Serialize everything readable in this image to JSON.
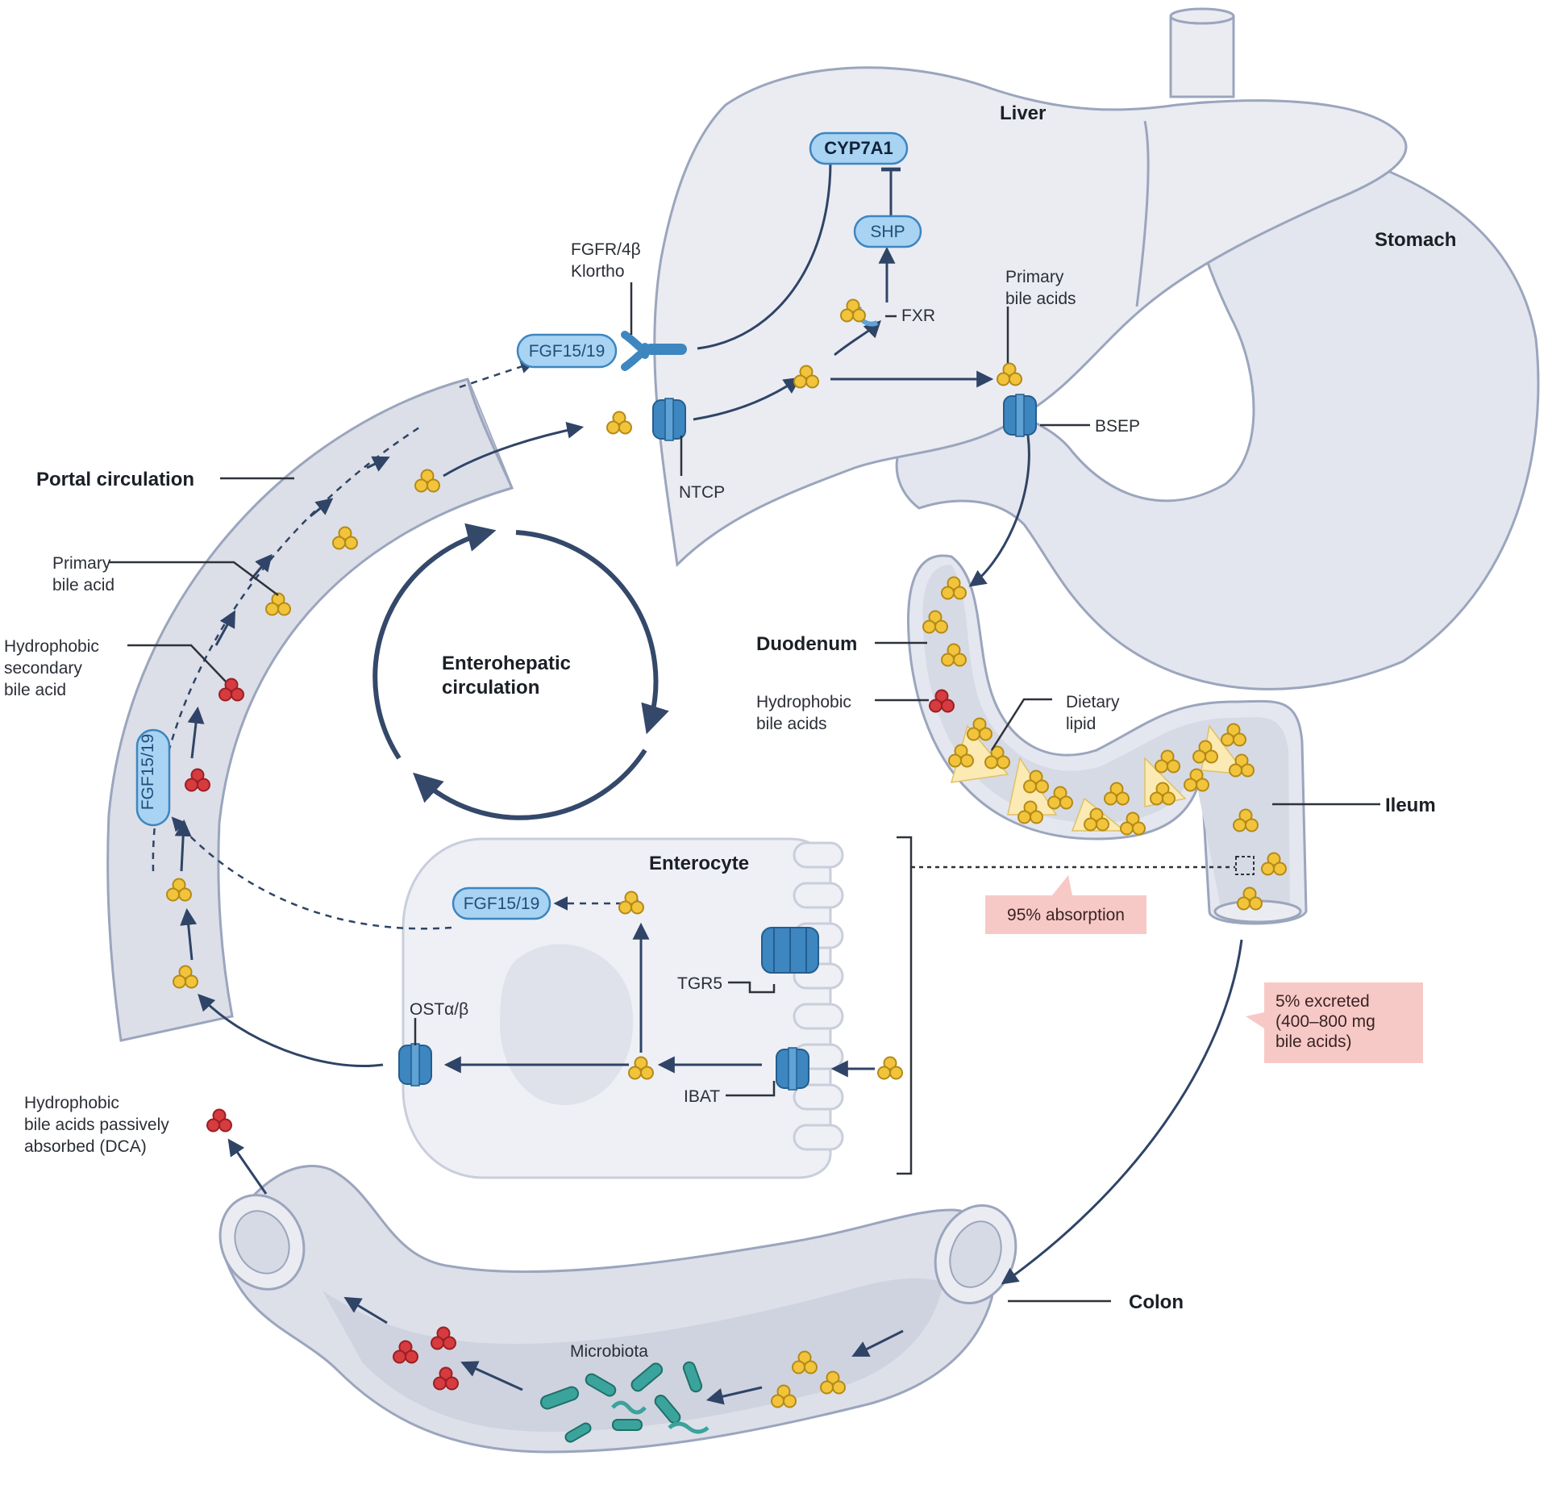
{
  "labels": {
    "liver": "Liver",
    "stomach": "Stomach",
    "cyp7a1": "CYP7A1",
    "shp": "SHP",
    "fxr": "FXR",
    "fgfr_line1": "FGFR/4β",
    "fgfr_line2": "Klortho",
    "fgf_top": "FGF15/19",
    "ntcp": "NTCP",
    "primary_bile_acids_line1": "Primary",
    "primary_bile_acids_line2": "bile acids",
    "bsep": "BSEP",
    "portal_circulation": "Portal circulation",
    "primary_bile_acid_line1": "Primary",
    "primary_bile_acid_line2": "bile acid",
    "hydrophobic_secondary_line1": "Hydrophobic",
    "hydrophobic_secondary_line2": "secondary",
    "hydrophobic_secondary_line3": "bile acid",
    "enterohepatic_line1": "Enterohepatic",
    "enterohepatic_line2": "circulation",
    "fgf_vessel": "FGF15/19",
    "duodenum": "Duodenum",
    "hydrophobic_ba_line1": "Hydrophobic",
    "hydrophobic_ba_line2": "bile acids",
    "dietary_lipid_line1": "Dietary",
    "dietary_lipid_line2": "lipid",
    "ileum": "Ileum",
    "enterocyte": "Enterocyte",
    "fgf_enterocyte": "FGF15/19",
    "tgr5": "TGR5",
    "ost": "OSTα/β",
    "ibat": "IBAT",
    "absorption": "95% absorption",
    "excreted_line1": "5% excreted",
    "excreted_line2": "(400–800 mg",
    "excreted_line3": "bile acids)",
    "passive_line1": "Hydrophobic",
    "passive_line2": "bile acids passively",
    "passive_line3": "absorbed (DCA)",
    "colon": "Colon",
    "microbiota": "Microbiota"
  },
  "colors": {
    "organ_fill": "#eaecf2",
    "organ_stroke": "#9ba5bd",
    "primary_bile_acid": "#f2c43c",
    "secondary_bile_acid": "#d63b3f",
    "transporter": "#3d86c0",
    "pill": "#a9d3f2",
    "note_fill": "#f7c9c6",
    "flow_arrow": "#2f4466",
    "microbiota": "#3aa39c",
    "lipid": "#fbeab3"
  }
}
